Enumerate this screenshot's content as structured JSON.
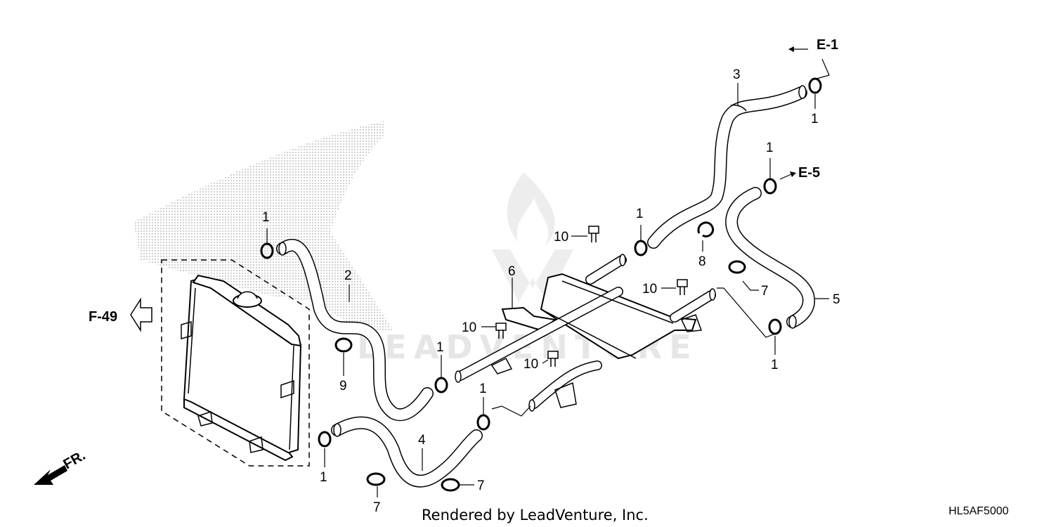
{
  "callouts": {
    "c1a": "1",
    "c1b": "1",
    "c1c": "1",
    "c1d": "1",
    "c1e": "1",
    "c1f": "1",
    "c1g": "1",
    "c1h": "1",
    "c2": "2",
    "c3": "3",
    "c4": "4",
    "c5": "5",
    "c6": "6",
    "c7a": "7",
    "c7b": "7",
    "c7c": "7",
    "c8": "8",
    "c9": "9",
    "c10a": "10",
    "c10b": "10",
    "c10c": "10",
    "c10d": "10"
  },
  "references": {
    "e1": "E-1",
    "e5": "E-5",
    "f49": "F-49",
    "front": "FR."
  },
  "watermark": "LEADVENTURE",
  "footer": {
    "rendered_by": "Rendered by LeadVenture, Inc.",
    "diagram_code": "HL5AF5000"
  },
  "icons": {
    "front_arrow": "front-direction-arrow-icon",
    "f49_arrow": "outline-arrow-left-icon",
    "watermark_logo": "leadventure-flame-logo-icon"
  }
}
